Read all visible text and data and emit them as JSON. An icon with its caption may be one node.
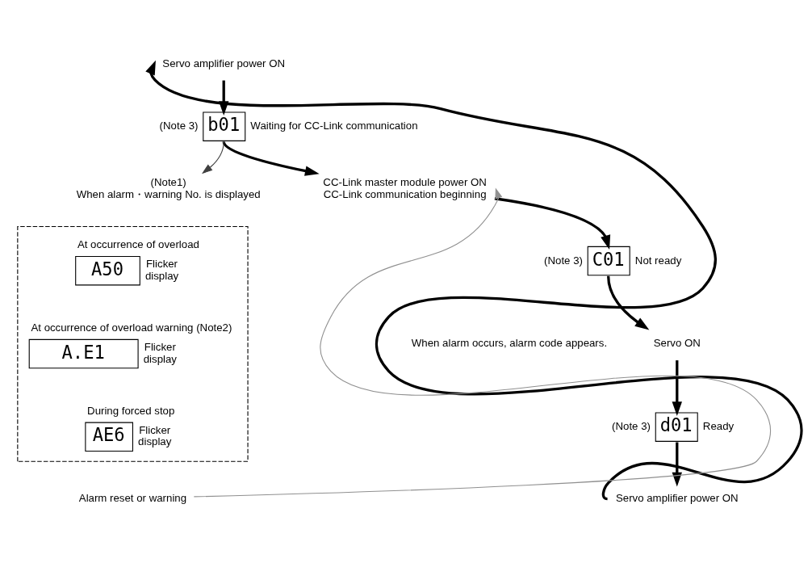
{
  "diagram": {
    "nodes": [
      {
        "text": [
          "Servo amplifier power ON"
        ]
      },
      {
        "text": [
          "b01"
        ],
        "beside": [
          "(Note 3)",
          "Waiting for CC-Link communication"
        ]
      },
      {
        "text": [
          "CC-Link master module power ON",
          "CC-Link communication beginning"
        ]
      },
      {
        "text": [
          "C01"
        ],
        "beside": [
          "(Note 3)",
          "Not ready"
        ]
      },
      {
        "text": [
          "Servo ON"
        ]
      },
      {
        "text": [
          "d01"
        ],
        "beside": [
          "(Note 3)",
          "Ready"
        ]
      },
      {
        "text": [
          "Servo amplifier power ON"
        ]
      },
      {
        "text": [
          "(Note1)",
          "When alarm・warning No. is displayed"
        ]
      },
      {
        "text": [],
        "shape": "box"
      },
      {
        "text": [
          "A50"
        ],
        "beside": [
          "At occurrence of overload",
          "Flicker display"
        ],
        "in": 8
      },
      {
        "text": [
          "A.E1"
        ],
        "beside": [
          "At occurrence of overload warning (Note2)",
          "Flicker display"
        ],
        "in": 8
      },
      {
        "text": [
          "AE6"
        ],
        "beside": [
          "During forced stop",
          "Flicker display"
        ],
        "in": 8
      },
      {
        "text": [
          "Alarm reset or warning"
        ]
      }
    ],
    "edges": [
      {
        "from": 0,
        "to": 1,
        "arrow": "to"
      },
      {
        "from": 1,
        "to": 2,
        "arrow": "to"
      },
      {
        "from": 2,
        "to": 3,
        "arrow": "to"
      },
      {
        "from": 3,
        "to": 4,
        "arrow": "to"
      },
      {
        "from": 4,
        "to": 5,
        "arrow": "to"
      },
      {
        "from": 5,
        "to": 6,
        "arrow": "to"
      },
      {
        "from": 6,
        "to": 0,
        "arrow": "to"
      },
      {
        "from": 1,
        "to": 7,
        "arrow": "to",
        "color": "#404040"
      },
      {
        "from": 12,
        "to": 2,
        "arrow": "to",
        "color": "#909090"
      }
    ],
    "labels": [
      "When alarm occurs, alarm code appears."
    ]
  }
}
